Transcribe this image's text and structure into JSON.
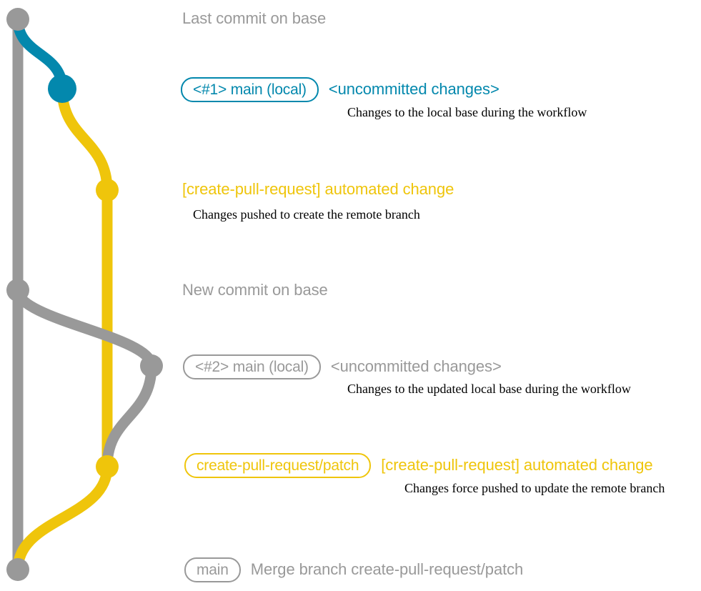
{
  "diagram": {
    "title": "git branch graph for create-pull-request action",
    "colors": {
      "base": "#999999",
      "local": "#0388AD",
      "patch": "#EFC50B",
      "background": "#ffffff"
    }
  },
  "rows": [
    {
      "id": "last-commit-on-base",
      "node_color": "#999999",
      "pill": null,
      "subject": "Last commit on base",
      "subject_color": "#999999",
      "description": null
    },
    {
      "id": "local-commit-1",
      "node_color": "#0388AD",
      "pill": "<#1> main (local)",
      "pill_color": "#0388AD",
      "subject": "<uncommitted changes>",
      "subject_color": "#0388AD",
      "description": "Changes to the local base during the workflow"
    },
    {
      "id": "automated-change-1",
      "node_color": "#EFC50B",
      "pill": null,
      "subject": "[create-pull-request] automated change",
      "subject_color": "#EFC50B",
      "description": "Changes pushed to create the remote branch"
    },
    {
      "id": "new-commit-on-base",
      "node_color": "#999999",
      "pill": null,
      "subject": "New commit on base",
      "subject_color": "#999999",
      "description": null
    },
    {
      "id": "local-commit-2",
      "node_color": "#999999",
      "pill": "<#2> main (local)",
      "pill_color": "#999999",
      "subject": "<uncommitted changes>",
      "subject_color": "#999999",
      "description": "Changes to the updated local base during the workflow"
    },
    {
      "id": "automated-change-2",
      "node_color": "#EFC50B",
      "pill": "create-pull-request/patch",
      "pill_color": "#EFC50B",
      "subject": "[create-pull-request] automated change",
      "subject_color": "#EFC50B",
      "description": "Changes force pushed to update the remote branch"
    },
    {
      "id": "merge-commit",
      "node_color": "#999999",
      "pill": "main",
      "pill_color": "#999999",
      "subject": "Merge branch create-pull-request/patch",
      "subject_color": "#999999",
      "description": null
    }
  ]
}
